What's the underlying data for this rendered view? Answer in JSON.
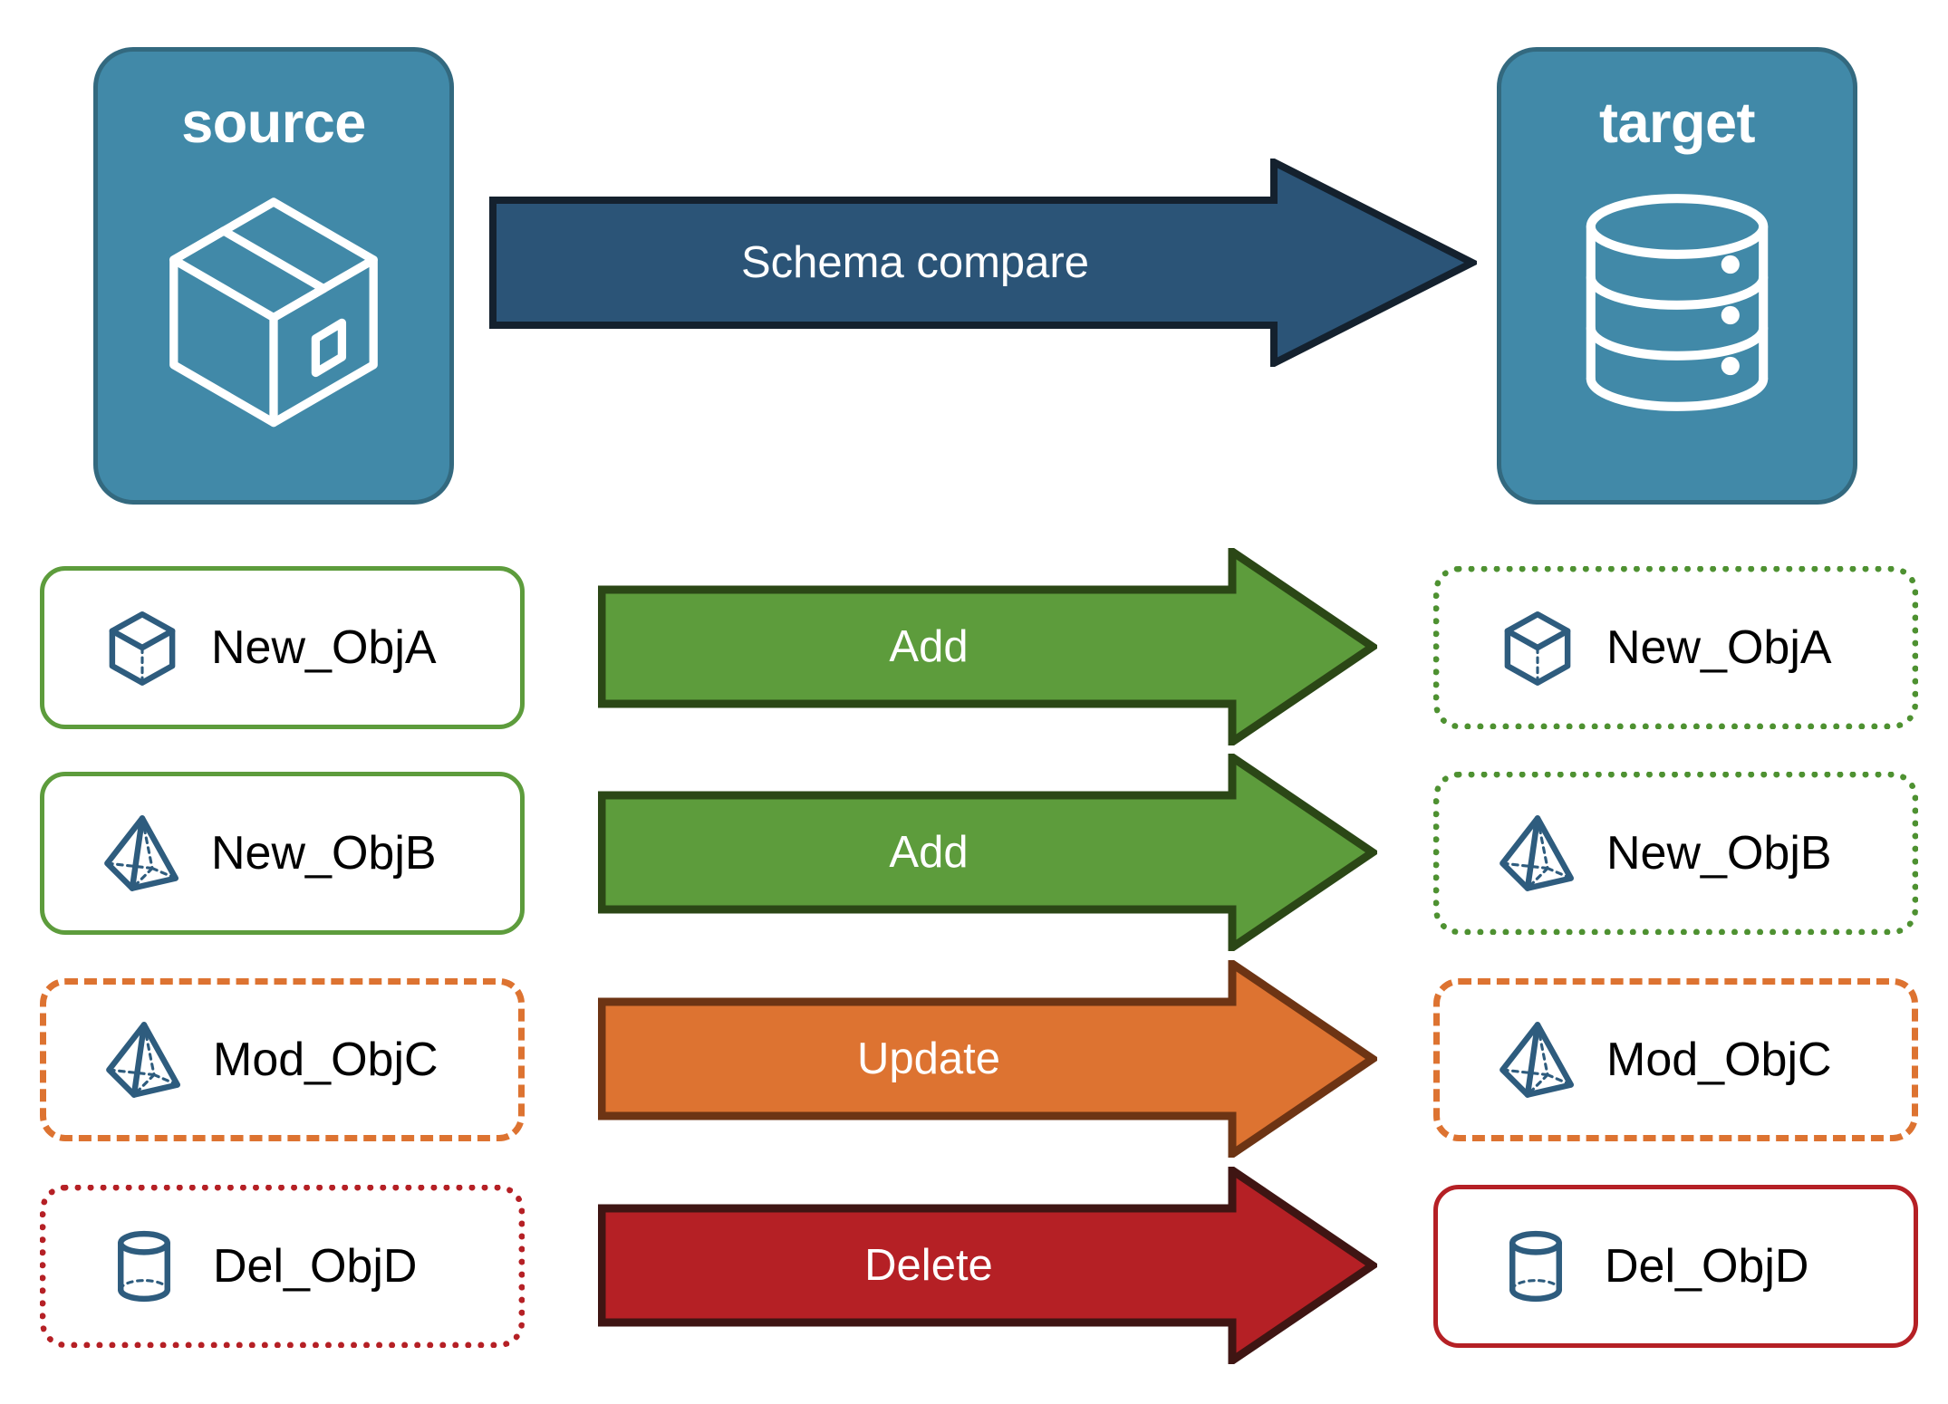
{
  "endpoints": {
    "source": {
      "title": "source",
      "icon": "package-box-icon",
      "fill": "#4189a8",
      "stroke": "#33697f"
    },
    "target": {
      "title": "target",
      "icon": "database-cylinder-icon",
      "fill": "#4189a8",
      "stroke": "#33697f"
    }
  },
  "schema_arrow": {
    "label": "Schema compare",
    "fill": "#2b5477",
    "stroke": "#14212e",
    "direction": "right"
  },
  "rows": [
    {
      "source": {
        "label": "New_ObjA",
        "icon": "wireframe-cube-icon",
        "border_style": "solid",
        "border_color": "#5d9c3c"
      },
      "action": {
        "label": "Add",
        "fill": "#5d9c3c",
        "stroke": "#2b4716"
      },
      "target": {
        "label": "New_ObjA",
        "icon": "wireframe-cube-icon",
        "border_style": "dotted",
        "border_color": "#4e9131"
      }
    },
    {
      "source": {
        "label": "New_ObjB",
        "icon": "wireframe-pyramid-icon",
        "border_style": "solid",
        "border_color": "#5d9c3c"
      },
      "action": {
        "label": "Add",
        "fill": "#5d9c3c",
        "stroke": "#2b4716"
      },
      "target": {
        "label": "New_ObjB",
        "icon": "wireframe-pyramid-icon",
        "border_style": "dotted",
        "border_color": "#4e9131"
      }
    },
    {
      "source": {
        "label": "Mod_ObjC",
        "icon": "wireframe-pyramid-icon",
        "border_style": "dashed",
        "border_color": "#dd7331"
      },
      "action": {
        "label": "Update",
        "fill": "#dd7331",
        "stroke": "#6d3414"
      },
      "target": {
        "label": "Mod_ObjC",
        "icon": "wireframe-pyramid-icon",
        "border_style": "dashed",
        "border_color": "#dd7331"
      }
    },
    {
      "source": {
        "label": "Del_ObjD",
        "icon": "wireframe-cylinder-icon",
        "border_style": "dotted",
        "border_color": "#b52025"
      },
      "action": {
        "label": "Delete",
        "fill": "#b52025",
        "stroke": "#3f1513"
      },
      "target": {
        "label": "Del_ObjD",
        "icon": "wireframe-cylinder-icon",
        "border_style": "solid",
        "border_color": "#b52025"
      }
    }
  ],
  "palette": {
    "icon_stroke": "#2e5c7e",
    "endpoint_fill": "#4189a8",
    "endpoint_stroke": "#33697f",
    "add_green": "#5d9c3c",
    "update_orange": "#dd7331",
    "delete_red": "#b52025",
    "compare_blue": "#2b5477",
    "background": "#ffffff"
  }
}
